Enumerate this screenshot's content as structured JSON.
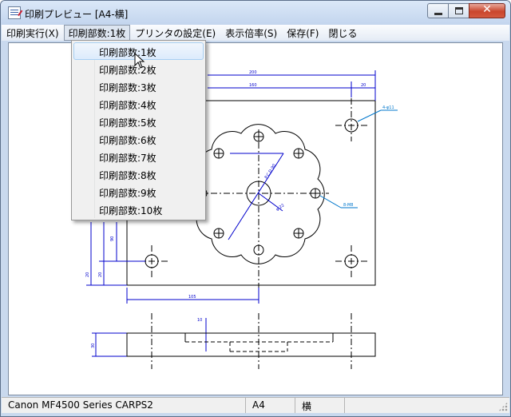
{
  "window": {
    "title": "印刷プレビュー [A4-横]"
  },
  "menu": {
    "items": [
      {
        "label": "印刷実行(X)"
      },
      {
        "label": "印刷部数:1枚"
      },
      {
        "label": "プリンタの設定(E)"
      },
      {
        "label": "表示倍率(S)"
      },
      {
        "label": "保存(F)"
      },
      {
        "label": "閉じる"
      }
    ],
    "active_index": 1
  },
  "copies_menu": {
    "items": [
      {
        "label": "印刷部数:1枚"
      },
      {
        "label": "印刷部数:2枚"
      },
      {
        "label": "印刷部数:3枚"
      },
      {
        "label": "印刷部数:4枚"
      },
      {
        "label": "印刷部数:5枚"
      },
      {
        "label": "印刷部数:6枚"
      },
      {
        "label": "印刷部数:7枚"
      },
      {
        "label": "印刷部数:8枚"
      },
      {
        "label": "印刷部数:9枚"
      },
      {
        "label": "印刷部数:10枚"
      }
    ],
    "highlighted_index": 0
  },
  "drawing": {
    "dimensions": {
      "overall_width": "200",
      "inner_width": "160",
      "edge_offset": "20",
      "center_offset": "105",
      "side_height": "90",
      "bottom_offset": "20",
      "side_thickness": "20",
      "section_height": "30",
      "section_step": "10"
    },
    "callouts": {
      "corner_holes": "4-φ11",
      "pcd": "P.C.D 90",
      "center_hole": "φ 22",
      "bolt_holes": "8-M8"
    },
    "line_color": "#000000",
    "dimension_color": "#0000cc",
    "callout_color": "#0077cc"
  },
  "status": {
    "printer": "Canon MF4500 Series CARPS2",
    "paper_size": "A4",
    "orientation": "横"
  },
  "icons": {
    "app": "print-preview-icon",
    "minimize": "minimize-icon",
    "maximize": "maximize-icon",
    "close": "close-icon",
    "cursor": "mouse-pointer-icon"
  }
}
